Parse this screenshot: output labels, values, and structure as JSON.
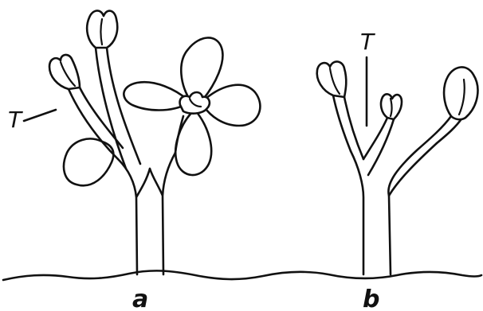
{
  "labels": {
    "panel_a": "a",
    "panel_b": "b",
    "callout_a": "T",
    "callout_b": "T"
  },
  "colors": {
    "ink": "#111111",
    "background": "#ffffff"
  }
}
